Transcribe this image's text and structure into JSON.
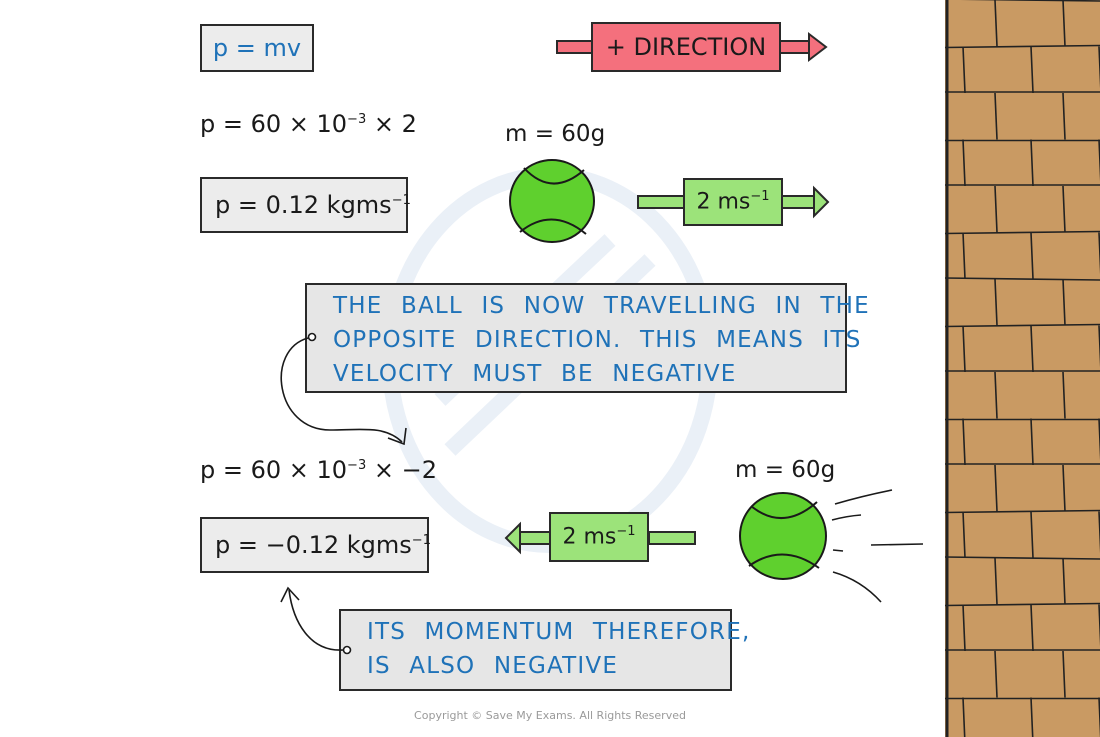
{
  "direction": {
    "label": "+ DIRECTION",
    "color": "#f4707d"
  },
  "top": {
    "formula": "p = mv",
    "substitution": {
      "base": "p = 60 × 10",
      "exp": "−3",
      "tail": " × 2"
    },
    "result": {
      "base": "p = 0.12 kgms",
      "exp": "−1"
    },
    "mass": "m = 60g",
    "velocity": {
      "base": "2 ms",
      "exp": "−1"
    }
  },
  "note1": {
    "lines": [
      "THE BALL IS NOW TRAVELLING IN THE",
      "OPPOSITE DIRECTION. THIS MEANS ITS",
      "VELOCITY MUST BE NEGATIVE"
    ]
  },
  "bottom": {
    "substitution": {
      "base": "p = 60 × 10",
      "exp": "−3",
      "tail": " × −2"
    },
    "result": {
      "base": "p = −0.12 kgms",
      "exp": "−1"
    },
    "mass": "m = 60g",
    "velocity": {
      "base": "2 ms",
      "exp": "−1"
    }
  },
  "note2": {
    "lines": [
      "ITS MOMENTUM THEREFORE,",
      "IS ALSO NEGATIVE"
    ]
  },
  "colors": {
    "ball": "#5fd02e",
    "velocity_arrow": "#9ce37a",
    "wall_brick": "#c99a63",
    "accent_text": "#1f72b8"
  },
  "copyright": "Copyright © Save My Exams. All Rights Reserved"
}
